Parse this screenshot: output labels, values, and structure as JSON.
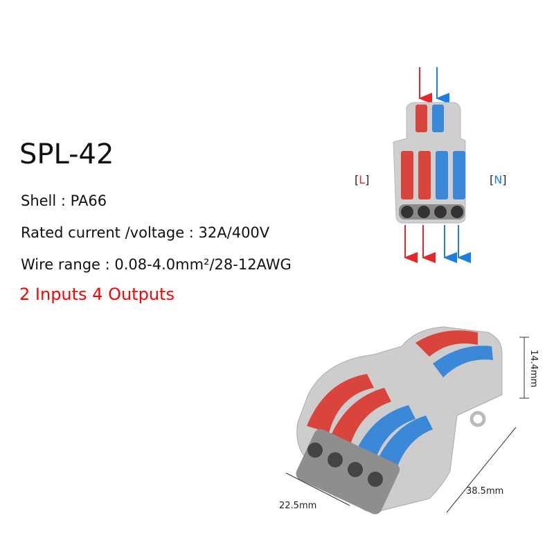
{
  "product": {
    "model": "SPL-42",
    "specs": {
      "shell": "Shell : PA66",
      "rating": "Rated current /voltage : 32A/400V",
      "wire_range": "Wire range : 0.08-4.0mm²/28-12AWG"
    },
    "io": "2 Inputs 4 Outputs"
  },
  "diagram": {
    "left_label_open": "[",
    "left_label": "L",
    "left_label_close": "]",
    "right_label_open": "[",
    "right_label": "N",
    "right_label_close": "]"
  },
  "dimensions": {
    "height": "14.4mm",
    "length": "38.5mm",
    "width": "22.5mm"
  },
  "colors": {
    "live": "#e8262a",
    "neutral": "#1a7fe0",
    "lever_red": "#d9443c",
    "lever_blue": "#3b88d8",
    "shell": "#cfcfcf"
  }
}
